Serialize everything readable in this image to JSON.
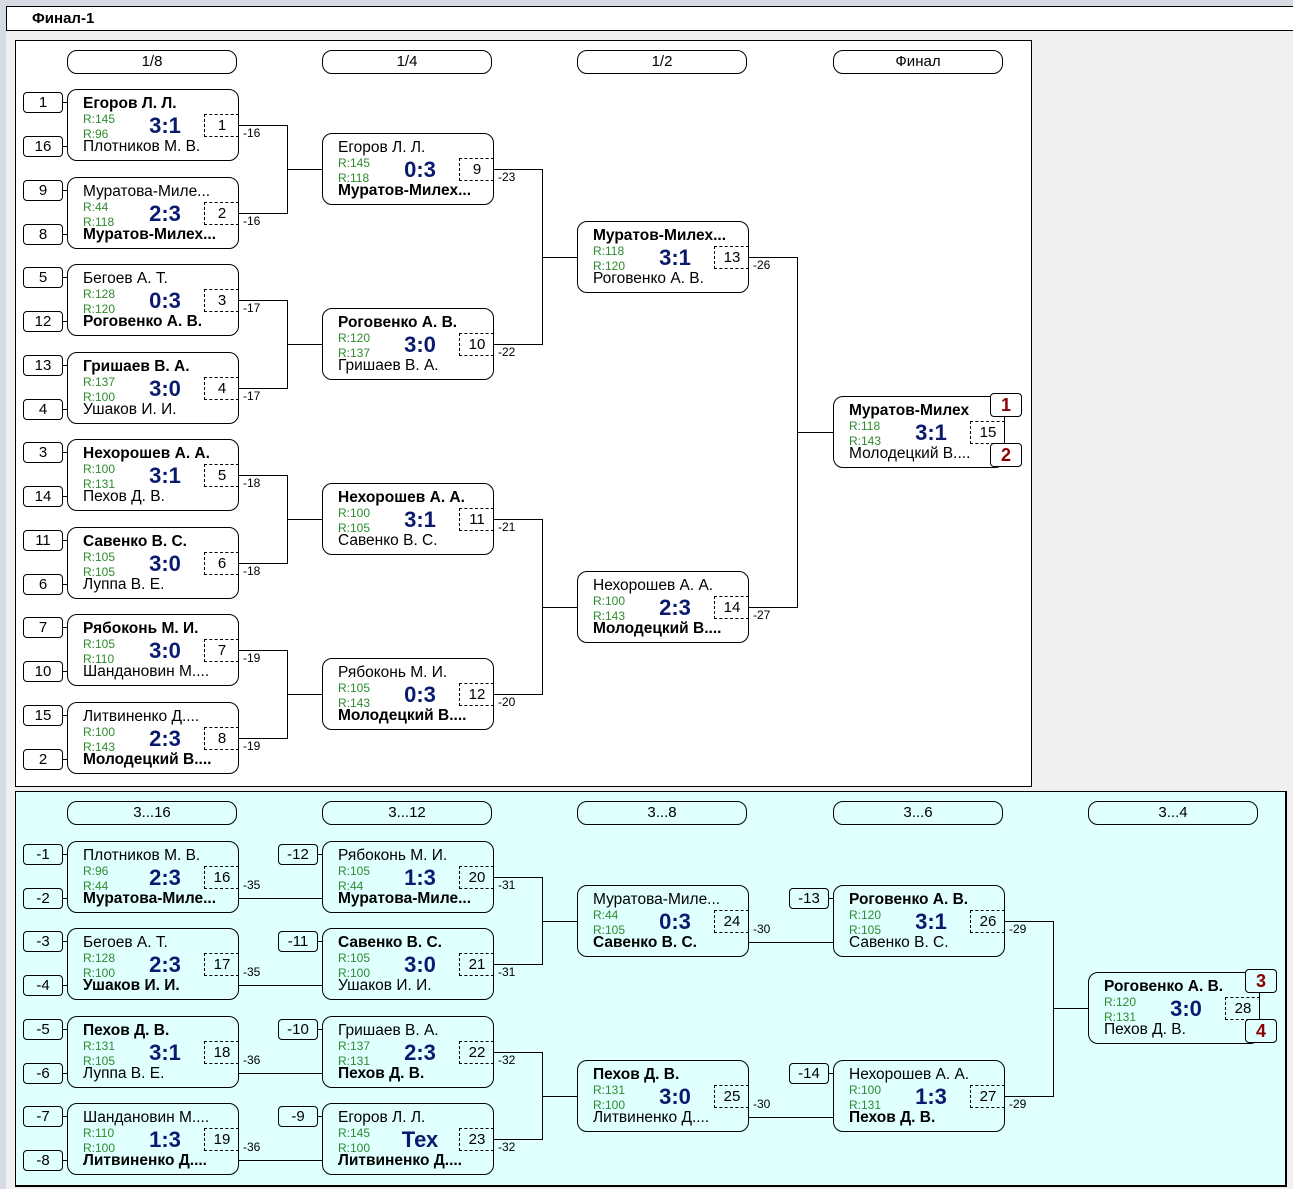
{
  "window": {
    "title": "Финал-1"
  },
  "colors": {
    "main_bg": "#ffffff",
    "consolation_bg": "#e0ffff",
    "score": "#0a1a6e",
    "rating": "#2e8b2e",
    "place": "#8b0000"
  },
  "main_bracket": {
    "rounds": [
      "1/8",
      "1/4",
      "1/2",
      "Финал"
    ],
    "matches": [
      {
        "id": 1,
        "top": "Егоров Л. Л.",
        "bot": "Плотников М. В.",
        "r1": "R:145",
        "r2": "R:96",
        "score": "3:1",
        "winner": "top",
        "seed_top": "1",
        "seed_bot": "16",
        "loser_to": "-16"
      },
      {
        "id": 2,
        "top": "Муратова-Миле...",
        "bot": "Муратов-Милех...",
        "r1": "R:44",
        "r2": "R:118",
        "score": "2:3",
        "winner": "bot",
        "seed_top": "9",
        "seed_bot": "8",
        "loser_to": "-16"
      },
      {
        "id": 3,
        "top": "Бегоев А. Т.",
        "bot": "Роговенко А. В.",
        "r1": "R:128",
        "r2": "R:120",
        "score": "0:3",
        "winner": "bot",
        "seed_top": "5",
        "seed_bot": "12",
        "loser_to": "-17"
      },
      {
        "id": 4,
        "top": "Гришаев В. А.",
        "bot": "Ушаков И. И.",
        "r1": "R:137",
        "r2": "R:100",
        "score": "3:0",
        "winner": "top",
        "seed_top": "13",
        "seed_bot": "4",
        "loser_to": "-17"
      },
      {
        "id": 5,
        "top": "Нехорошев А. А.",
        "bot": "Пехов Д. В.",
        "r1": "R:100",
        "r2": "R:131",
        "score": "3:1",
        "winner": "top",
        "seed_top": "3",
        "seed_bot": "14",
        "loser_to": "-18"
      },
      {
        "id": 6,
        "top": "Савенко В. С.",
        "bot": "Луппа В. Е.",
        "r1": "R:105",
        "r2": "R:105",
        "score": "3:0",
        "winner": "top",
        "seed_top": "11",
        "seed_bot": "6",
        "loser_to": "-18"
      },
      {
        "id": 7,
        "top": "Рябоконь М. И.",
        "bot": "Шандановин М....",
        "r1": "R:105",
        "r2": "R:110",
        "score": "3:0",
        "winner": "top",
        "seed_top": "7",
        "seed_bot": "10",
        "loser_to": "-19"
      },
      {
        "id": 8,
        "top": "Литвиненко Д....",
        "bot": "Молодецкий В....",
        "r1": "R:100",
        "r2": "R:143",
        "score": "2:3",
        "winner": "bot",
        "seed_top": "15",
        "seed_bot": "2",
        "loser_to": "-19"
      },
      {
        "id": 9,
        "top": "Егоров Л. Л.",
        "bot": "Муратов-Милех...",
        "r1": "R:145",
        "r2": "R:118",
        "score": "0:3",
        "winner": "bot",
        "loser_to": "-23"
      },
      {
        "id": 10,
        "top": "Роговенко А. В.",
        "bot": "Гришаев В. А.",
        "r1": "R:120",
        "r2": "R:137",
        "score": "3:0",
        "winner": "top",
        "loser_to": "-22"
      },
      {
        "id": 11,
        "top": "Нехорошев А. А.",
        "bot": "Савенко В. С.",
        "r1": "R:100",
        "r2": "R:105",
        "score": "3:1",
        "winner": "top",
        "loser_to": "-21"
      },
      {
        "id": 12,
        "top": "Рябоконь М. И.",
        "bot": "Молодецкий В....",
        "r1": "R:105",
        "r2": "R:143",
        "score": "0:3",
        "winner": "bot",
        "loser_to": "-20"
      },
      {
        "id": 13,
        "top": "Муратов-Милех...",
        "bot": "Роговенко А. В.",
        "r1": "R:118",
        "r2": "R:120",
        "score": "3:1",
        "winner": "top",
        "loser_to": "-26"
      },
      {
        "id": 14,
        "top": "Нехорошев А. А.",
        "bot": "Молодецкий В....",
        "r1": "R:100",
        "r2": "R:143",
        "score": "2:3",
        "winner": "bot",
        "loser_to": "-27"
      },
      {
        "id": 15,
        "top": "Муратов-Милех",
        "bot": "Молодецкий В....",
        "r1": "R:118",
        "r2": "R:143",
        "score": "3:1",
        "winner": "top",
        "place_top": "1",
        "place_bot": "2"
      }
    ]
  },
  "consolation_bracket": {
    "rounds": [
      "3...16",
      "3...12",
      "3...8",
      "3...6",
      "3...4"
    ],
    "matches": [
      {
        "id": 16,
        "top": "Плотников М. В.",
        "bot": "Муратова-Миле...",
        "r1": "R:96",
        "r2": "R:44",
        "score": "2:3",
        "winner": "bot",
        "seed_top": "-1",
        "seed_bot": "-2",
        "loser_to": "-35"
      },
      {
        "id": 17,
        "top": "Бегоев А. Т.",
        "bot": "Ушаков И. И.",
        "r1": "R:128",
        "r2": "R:100",
        "score": "2:3",
        "winner": "bot",
        "seed_top": "-3",
        "seed_bot": "-4",
        "loser_to": "-35"
      },
      {
        "id": 18,
        "top": "Пехов Д. В.",
        "bot": "Луппа В. Е.",
        "r1": "R:131",
        "r2": "R:105",
        "score": "3:1",
        "winner": "top",
        "seed_top": "-5",
        "seed_bot": "-6",
        "loser_to": "-36"
      },
      {
        "id": 19,
        "top": "Шандановин М....",
        "bot": "Литвиненко Д....",
        "r1": "R:110",
        "r2": "R:100",
        "score": "1:3",
        "winner": "bot",
        "seed_top": "-7",
        "seed_bot": "-8",
        "loser_to": "-36"
      },
      {
        "id": 20,
        "top": "Рябоконь М. И.",
        "bot": "Муратова-Миле...",
        "r1": "R:105",
        "r2": "R:44",
        "score": "1:3",
        "winner": "bot",
        "seed_top": "-12",
        "loser_to": "-31"
      },
      {
        "id": 21,
        "top": "Савенко В. С.",
        "bot": "Ушаков И. И.",
        "r1": "R:105",
        "r2": "R:100",
        "score": "3:0",
        "winner": "top",
        "seed_top": "-11",
        "loser_to": "-31"
      },
      {
        "id": 22,
        "top": "Гришаев В. А.",
        "bot": "Пехов Д. В.",
        "r1": "R:137",
        "r2": "R:131",
        "score": "2:3",
        "winner": "bot",
        "seed_top": "-10",
        "loser_to": "-32"
      },
      {
        "id": 23,
        "top": "Егоров Л. Л.",
        "bot": "Литвиненко Д....",
        "r1": "R:145",
        "r2": "R:100",
        "score": "Тех",
        "winner": "bot",
        "seed_top": "-9",
        "loser_to": "-32"
      },
      {
        "id": 24,
        "top": "Муратова-Миле...",
        "bot": "Савенко В. С.",
        "r1": "R:44",
        "r2": "R:105",
        "score": "0:3",
        "winner": "bot",
        "loser_to": "-30"
      },
      {
        "id": 25,
        "top": "Пехов Д. В.",
        "bot": "Литвиненко Д....",
        "r1": "R:131",
        "r2": "R:100",
        "score": "3:0",
        "winner": "top",
        "loser_to": "-30"
      },
      {
        "id": 26,
        "top": "Роговенко А. В.",
        "bot": "Савенко В. С.",
        "r1": "R:120",
        "r2": "R:105",
        "score": "3:1",
        "winner": "top",
        "seed_top": "-13",
        "loser_to": "-29"
      },
      {
        "id": 27,
        "top": "Нехорошев А. А.",
        "bot": "Пехов Д. В.",
        "r1": "R:100",
        "r2": "R:131",
        "score": "1:3",
        "winner": "bot",
        "seed_top": "-14",
        "loser_to": "-29"
      },
      {
        "id": 28,
        "top": "Роговенко А. В.",
        "bot": "Пехов Д. В.",
        "r1": "R:120",
        "r2": "R:131",
        "score": "3:0",
        "winner": "top",
        "place_top": "3",
        "place_bot": "4"
      }
    ]
  }
}
